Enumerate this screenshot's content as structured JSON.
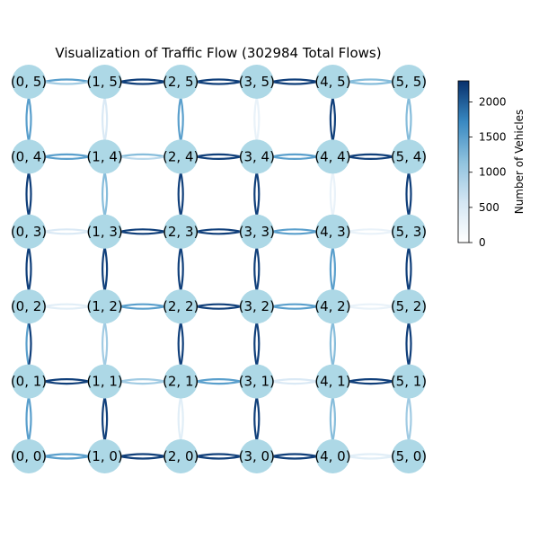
{
  "title": "Visualization of Traffic Flow (302984 Total Flows)",
  "colorbar": {
    "label": "Number of Vehicles",
    "min": 0,
    "max": 2300,
    "ticks": [
      "0",
      "500",
      "1000",
      "1500",
      "2000"
    ],
    "tick_values": [
      0,
      500,
      1000,
      1500,
      2000
    ]
  },
  "colors": {
    "node_fill": "#add8e6",
    "scale_low": "#f7fbff",
    "scale_mid": "#6baed6",
    "scale_high": "#08306b"
  },
  "chart_data": {
    "type": "network",
    "grid_size": [
      6,
      6
    ],
    "nodes": [
      "(0, 0)",
      "(1, 0)",
      "(2, 0)",
      "(3, 0)",
      "(4, 0)",
      "(5, 0)",
      "(0, 1)",
      "(1, 1)",
      "(2, 1)",
      "(3, 1)",
      "(4, 1)",
      "(5, 1)",
      "(0, 2)",
      "(1, 2)",
      "(2, 2)",
      "(3, 2)",
      "(4, 2)",
      "(5, 2)",
      "(0, 3)",
      "(1, 3)",
      "(2, 3)",
      "(3, 3)",
      "(4, 3)",
      "(5, 3)",
      "(0, 4)",
      "(1, 4)",
      "(2, 4)",
      "(3, 4)",
      "(4, 4)",
      "(5, 4)",
      "(0, 5)",
      "(1, 5)",
      "(2, 5)",
      "(3, 5)",
      "(4, 5)",
      "(5, 5)"
    ],
    "horizontal_flows": [
      {
        "row": 5,
        "cols": [
          [
            1500,
            1000
          ],
          [
            2200,
            2200
          ],
          [
            2200,
            2200
          ],
          [
            2200,
            2200
          ],
          [
            1200,
            1200
          ]
        ]
      },
      {
        "row": 4,
        "cols": [
          [
            1500,
            1500
          ],
          [
            1200,
            800
          ],
          [
            2200,
            2200
          ],
          [
            1500,
            1500
          ],
          [
            2200,
            2200
          ]
        ]
      },
      {
        "row": 3,
        "cols": [
          [
            500,
            500
          ],
          [
            2200,
            2200
          ],
          [
            2200,
            2200
          ],
          [
            1500,
            1500
          ],
          [
            300,
            300
          ]
        ]
      },
      {
        "row": 2,
        "cols": [
          [
            400,
            400
          ],
          [
            1500,
            1500
          ],
          [
            2200,
            2200
          ],
          [
            1500,
            1500
          ],
          [
            300,
            300
          ]
        ]
      },
      {
        "row": 1,
        "cols": [
          [
            2200,
            2200
          ],
          [
            1000,
            1000
          ],
          [
            1500,
            1500
          ],
          [
            500,
            500
          ],
          [
            2200,
            2200
          ]
        ]
      },
      {
        "row": 0,
        "cols": [
          [
            1500,
            1500
          ],
          [
            2200,
            2200
          ],
          [
            2200,
            2200
          ],
          [
            2200,
            2200
          ],
          [
            400,
            400
          ]
        ]
      }
    ],
    "vertical_flows": [
      {
        "col": 0,
        "rows": [
          [
            1500,
            1500
          ],
          [
            1500,
            2200
          ],
          [
            2200,
            2200
          ],
          [
            2200,
            2200
          ],
          [
            1500,
            1500
          ]
        ]
      },
      {
        "col": 1,
        "rows": [
          [
            2200,
            2200
          ],
          [
            1000,
            1000
          ],
          [
            2200,
            2200
          ],
          [
            1200,
            1200
          ],
          [
            500,
            500
          ]
        ]
      },
      {
        "col": 2,
        "rows": [
          [
            400,
            400
          ],
          [
            2200,
            2200
          ],
          [
            2200,
            2200
          ],
          [
            2200,
            2200
          ],
          [
            1500,
            1500
          ]
        ]
      },
      {
        "col": 3,
        "rows": [
          [
            2200,
            2200
          ],
          [
            2200,
            2200
          ],
          [
            2200,
            2200
          ],
          [
            2200,
            2200
          ],
          [
            300,
            300
          ]
        ]
      },
      {
        "col": 4,
        "rows": [
          [
            1200,
            1200
          ],
          [
            1200,
            1200
          ],
          [
            1500,
            1500
          ],
          [
            300,
            300
          ],
          [
            2200,
            2200
          ]
        ]
      },
      {
        "col": 5,
        "rows": [
          [
            1000,
            1000
          ],
          [
            2200,
            2200
          ],
          [
            2200,
            2200
          ],
          [
            2200,
            2200
          ],
          [
            1200,
            1200
          ]
        ]
      }
    ]
  }
}
